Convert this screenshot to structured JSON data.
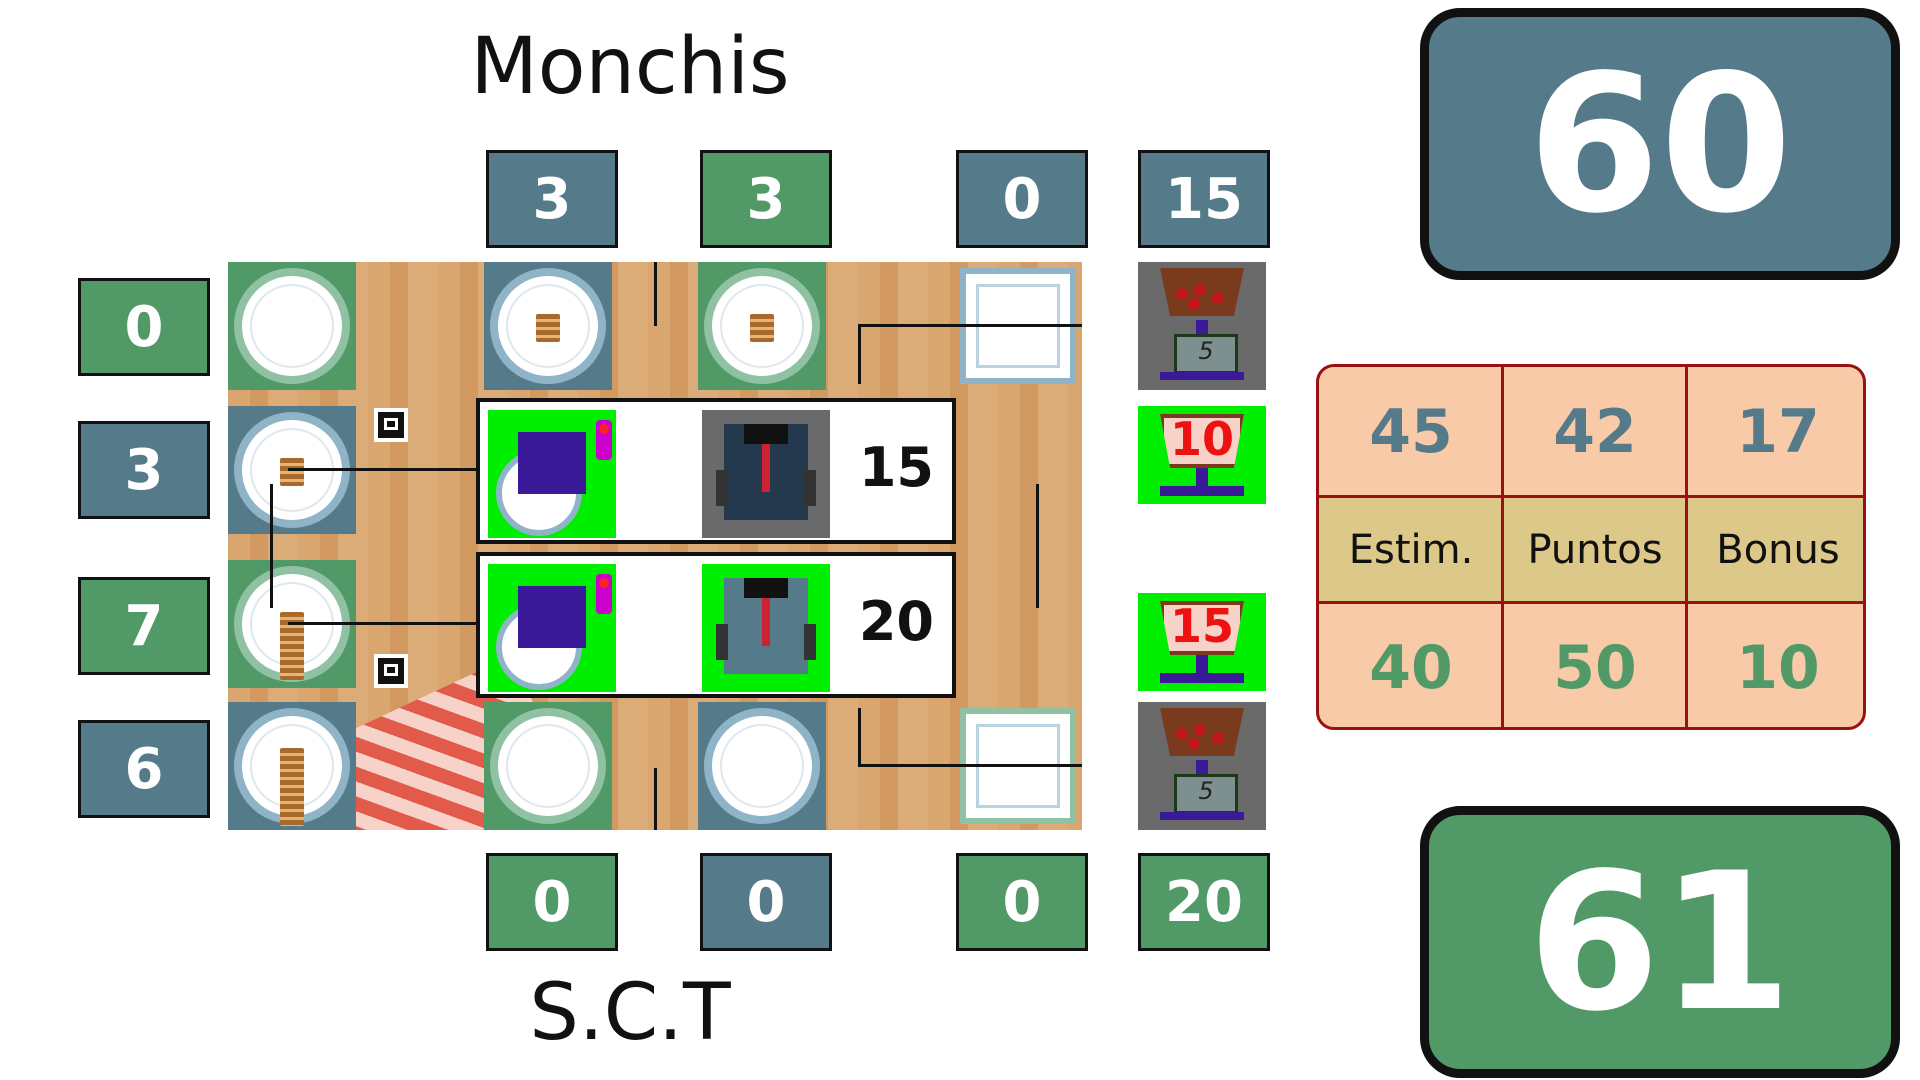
{
  "teams": {
    "top": {
      "name": "Monchis",
      "total": "60"
    },
    "bottom": {
      "name": "S.C.T",
      "total": "61"
    }
  },
  "top_row_scores": [
    "3",
    "3",
    "0",
    "15"
  ],
  "bottom_row_scores": [
    "0",
    "0",
    "0",
    "20"
  ],
  "left_col_scores": [
    "0",
    "3",
    "7",
    "6"
  ],
  "robots": [
    {
      "score": "15"
    },
    {
      "score": "20"
    }
  ],
  "weigh_stations": [
    "10",
    "15"
  ],
  "bins": [
    "5",
    "5"
  ],
  "stats": {
    "top_values": [
      "45",
      "42",
      "17"
    ],
    "labels": [
      "Estim.",
      "Puntos",
      "Bonus"
    ],
    "bottom_values": [
      "40",
      "50",
      "10"
    ]
  },
  "colors": {
    "team_top": "#557a8a",
    "team_bottom": "#529968",
    "robot_active": "#00ee00",
    "stats_bg": "#f9caa8",
    "stats_border": "#991111",
    "label_bg": "#dcc888"
  }
}
